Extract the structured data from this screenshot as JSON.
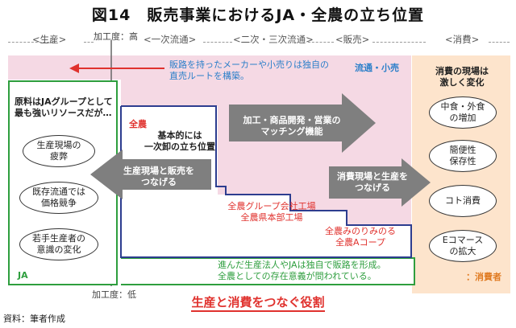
{
  "title": "図14　販売事業におけるJA・全農の立ち位置",
  "stages": [
    "<生産>",
    "<一次流通>",
    "<二次・三次流通>",
    "<販売>",
    "<消費>"
  ],
  "processing_high": "加工度：高",
  "processing_low": "加工度：低",
  "top_arrow_text": "販路を持ったメーカーや小売りは独自の\n直売ルートを構築。",
  "distribution_label": "流通・小売",
  "consumer_header": "消費の現場は\n激しく変化",
  "consumer_items": [
    "中食・外食\nの増加",
    "簡便性\n保存性",
    "コト消費",
    "Eコマース\nの拡大"
  ],
  "consumer_label": "：消費者",
  "ja_header": "原料はJAグループとして\n最も強いリソースだが…",
  "ja_items": [
    "生産現場の\n疲弊",
    "既存流通では\n価格競争",
    "若手生産者の\n意識の変化"
  ],
  "ja_label": "JA",
  "zennoh_label": "全農",
  "zennoh_role": "基本的には\n一次卸の立ち位置",
  "arrow_left": "生産現場と販売を\nつなげる",
  "arrow_process": "加工・商品開発・営業の\nマッチング機能",
  "arrow_right": "消費現場と生産を\nつなげる",
  "zennoh_group": "全農グループ会社工場\n全農県本部工場",
  "zennoh_coop": "全農みのりみのる\n全農Aコープ",
  "green_note": "進んだ生産法人やJAは独自で販路を形成。\n全農としての存在意義が問われている。",
  "bottom_title": "生産と消費をつなぐ役割",
  "source": "資料：筆者作成",
  "colors": {
    "green": "#2e9e3e",
    "navy": "#2d3d8f",
    "red": "#e0322e",
    "pink": "#f5d9e4",
    "orange": "#fde4cc",
    "arrow_gray": "#7f7f7f"
  }
}
